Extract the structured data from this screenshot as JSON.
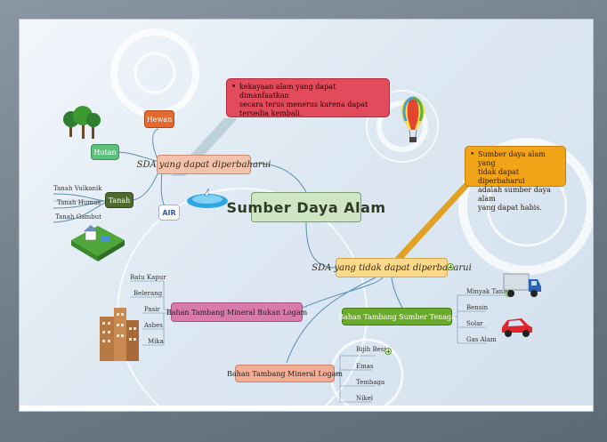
{
  "central": {
    "title": "Sumber Daya Alam"
  },
  "renewable": {
    "label": "SDA yang dapat diperbaharui",
    "children": {
      "hewan": "Hewan",
      "hutan": "Hutan",
      "tanah": "Tanah",
      "air": "AIR"
    },
    "tanah_types": [
      "Tanah Vulkanik",
      "Tanah Humus",
      "Tanah Gambut"
    ],
    "callout": "kekayaan alam yang dapat dimanfaatkan\nsecara terus menerus karena dapat\ntersedia kembali."
  },
  "nonrenewable": {
    "label": "SDA yang tidak dapat diperbaharui",
    "callout": "Sumber daya alam yang\ntidak dapat diperbaharui\nadalah sumber daya alam\nyang dapat habis.",
    "bukan_logam": {
      "label": "Bahan Tambang Mineral Bukan Logam",
      "items": [
        "Batu Kapur",
        "Belerang",
        "Pasir",
        "Asbes",
        "Mika"
      ]
    },
    "energi": {
      "label": "Bahan Tambang Sumber Tenaga",
      "items": [
        "Minyak Tanah",
        "Bensin",
        "Solar",
        "Gas Alam"
      ]
    },
    "logam": {
      "label": "Bahan Tambang Mineral Logam",
      "items": [
        "Bijih Besi",
        "Emas",
        "Tembaga",
        "Nikel"
      ]
    }
  },
  "colors": {
    "central_fill": "#cfe6c4",
    "renewable_fill": "#f2c2aa",
    "nonrenewable_fill": "#fbd98a",
    "callout_red": "#e24b5c",
    "callout_orange": "#f0a417",
    "connector": "#5a8fb0"
  },
  "icons": [
    "tree-icon",
    "house-icon",
    "pond-icon",
    "balloon-icon",
    "building-icon",
    "truck-icon",
    "car-icon"
  ]
}
